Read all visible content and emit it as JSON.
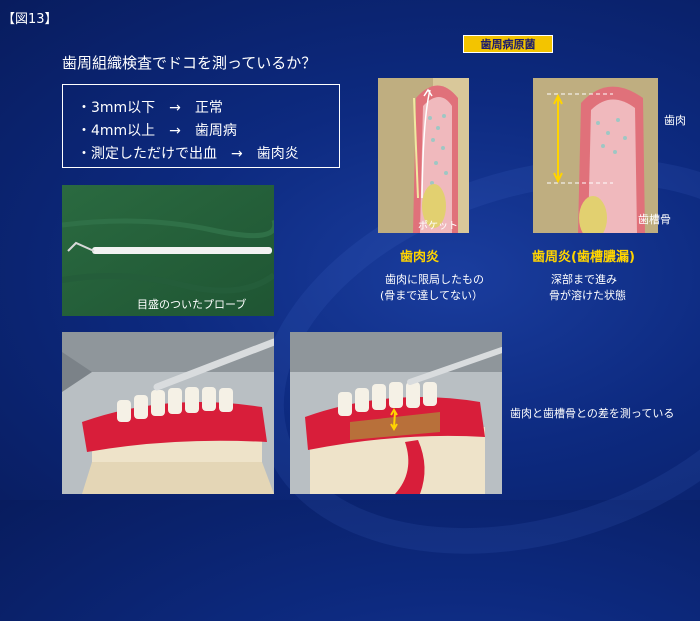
{
  "slide": {
    "fig_label": "【図13】",
    "question": "歯周組織検査でドコを測っているか？",
    "criteria": [
      "・3mm以下　→　正常",
      "・4mm以上　→　歯周病",
      "・測定しただけで出血　→　歯肉炎"
    ],
    "probe_caption": "目盛のついたプローブ",
    "callout": "歯周病原菌",
    "pocket_label": "ポケット",
    "gingiva_label": "歯肉",
    "bone_label": "歯槽骨",
    "left_diagram": {
      "title": "歯肉炎",
      "desc_line1": "歯肉に限局したもの",
      "desc_line2": "(骨まで達してない）"
    },
    "right_diagram": {
      "title": "歯周炎(歯槽膿漏)",
      "desc_line1": "深部まで進み",
      "desc_line2": "骨が溶けた状態"
    },
    "measure_caption": "歯肉と歯槽骨との差を測っている"
  },
  "colors": {
    "background": "#0d2a80",
    "accent_yellow": "#ffd400",
    "gum_pink": "#e0717a"
  }
}
